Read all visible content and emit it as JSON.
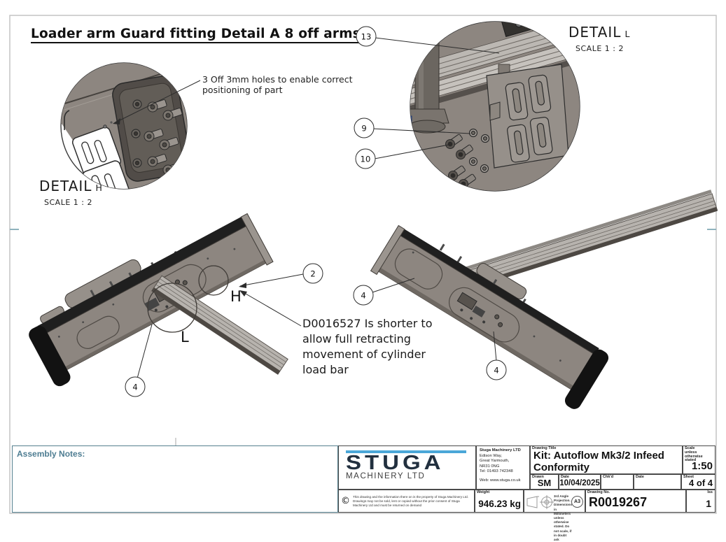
{
  "drawing": {
    "title": "Loader arm Guard fitting Detail A 8 off arms",
    "holes_note": {
      "line1": "3 Off 3mm holes to enable correct",
      "line2": "positioning of part"
    },
    "shorter_note": {
      "line1": "D0016527 Is shorter to",
      "line2": "allow full retracting",
      "line3": "movement of cylinder",
      "line4": "load bar"
    },
    "detail_h": {
      "word": "DETAIL",
      "letter": "H",
      "scale": "SCALE 1 : 2"
    },
    "detail_l": {
      "word": "DETAIL",
      "letter": "L",
      "scale": "SCALE 1 : 2"
    },
    "view_marker_h": "H",
    "view_marker_l": "L",
    "balloons": {
      "n2": "2",
      "n4": "4",
      "n9": "9",
      "n10": "10",
      "n13": "13"
    }
  },
  "assembly_notes_label": "Assembly Notes:",
  "title_block": {
    "logo": {
      "name": "STUGA",
      "subtitle": "MACHINERY LTD"
    },
    "address": {
      "line1": "Stuga Machinery LTD",
      "line2": "Edison Way,",
      "line3": "Great Yarmouth,",
      "line4": "NR31 0NG",
      "line5": "Tel: 01493 742348",
      "web": "Web: www.stuga.co.uk"
    },
    "drawing_title_label": "Drawing Title",
    "drawing_title": "Kit: Autoflow Mk3/2 Infeed Conformity",
    "scale_label": "Scale unless otherwise stated",
    "scale": "1:50",
    "drawn_label": "Drawn",
    "drawn": "SM",
    "date_label": "Date",
    "date": "10/04/2025",
    "chkd_label": "Chk'd",
    "chkd": "",
    "date2_label": "Date",
    "date2": "",
    "sheet_label": "Sheet",
    "sheet": "4 of 4",
    "copyright_symbol": "©",
    "copyright": "This drawing and the information there on is the property of Stuga Machinery Ltd. Drawings may not be sold, lent or copied without the prior consent of Stuga Machinery Ltd and must be returned on demand",
    "weight_label": "Weight",
    "weight": "946.23 kg",
    "projection_note": "3rd Angle Projection. Dimensions in Millimeters unless otherwise stated. Do not scale, if in doubt ask",
    "paper_size": "A3",
    "drawing_no_label": "Drawing No.",
    "drawing_no": "R0019267",
    "iss_label": "Iss",
    "iss": "1"
  }
}
